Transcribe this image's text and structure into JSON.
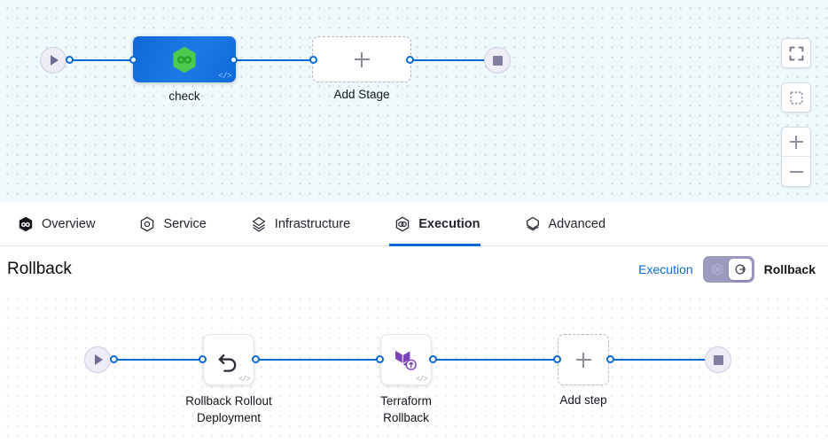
{
  "top_pipeline": {
    "start_node": {
      "name": "start-node",
      "icon": "play-icon"
    },
    "stage": {
      "label": "check",
      "icon": "harness-hexagon-icon",
      "code_glyph": "</>",
      "color": "#1a79e5"
    },
    "add_stage": {
      "label": "Add Stage",
      "icon": "plus-icon"
    },
    "end_node": {
      "name": "end-node",
      "icon": "stop-square-icon"
    }
  },
  "canvas_toolbar": {
    "buttons": [
      {
        "name": "fit-to-screen-button",
        "icon": "expand-corners-icon"
      },
      {
        "name": "zoom-to-selection-button",
        "icon": "dashed-square-icon"
      },
      {
        "name": "zoom-in-button",
        "icon": "plus-icon"
      },
      {
        "name": "zoom-out-button",
        "icon": "minus-icon"
      }
    ]
  },
  "tabs": [
    {
      "label": "Overview",
      "icon": "harness-hexagon-icon",
      "active": false
    },
    {
      "label": "Service",
      "icon": "service-hexagon-icon",
      "active": false
    },
    {
      "label": "Infrastructure",
      "icon": "layers-diamond-icon",
      "active": false
    },
    {
      "label": "Execution",
      "icon": "execution-rings-icon",
      "active": true
    },
    {
      "label": "Advanced",
      "icon": "advanced-layers-icon",
      "active": false
    }
  ],
  "rollback_section": {
    "title": "Rollback",
    "execution_label": "Execution",
    "rollback_label": "Rollback",
    "toggle": {
      "left_option_icon": "execution-rings-icon",
      "right_option_icon": "rollback-arrow-icon",
      "selected": "rollback"
    }
  },
  "rollback_pipeline": {
    "start_node": {
      "name": "start-node",
      "icon": "play-icon"
    },
    "steps": [
      {
        "label": "Rollback Rollout\nDeployment",
        "icon": "undo-arrow-icon",
        "code_glyph": "</>"
      },
      {
        "label": "Terraform\nRollback",
        "icon": "terraform-icon",
        "code_glyph": "</>"
      }
    ],
    "add_step": {
      "label": "Add step",
      "icon": "plus-icon"
    },
    "end_node": {
      "name": "end-node",
      "icon": "stop-square-icon"
    }
  },
  "colors": {
    "accent_blue": "#0b69d4",
    "stage_blue": "#1a79e5",
    "harness_green": "#4cc94f",
    "terraform_purple": "#7b42bc",
    "canvas_top_bg": "#effafc",
    "toggle_bg": "#9b9bc0"
  }
}
